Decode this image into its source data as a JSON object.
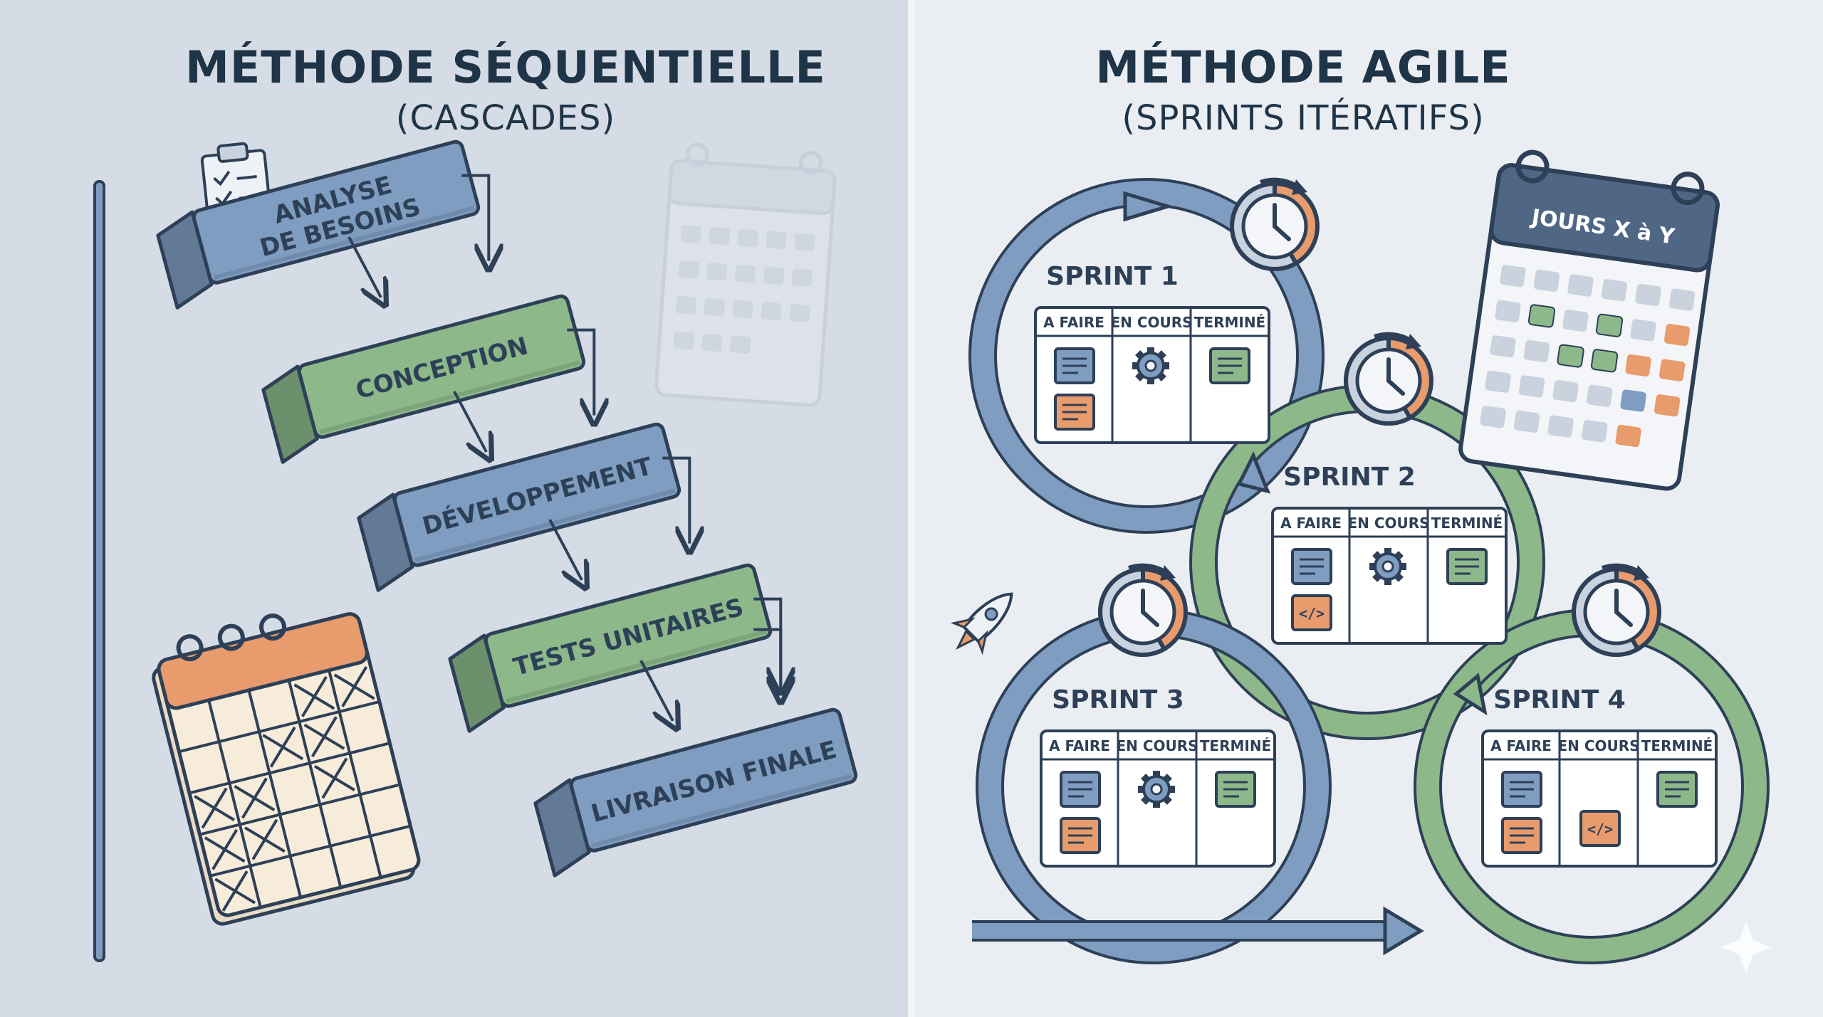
{
  "colors": {
    "navy": "#2e4057",
    "blue": "#7f9dc1",
    "green": "#8cb88a",
    "orange": "#e89b6d",
    "paper": "#f7ecd9"
  },
  "left": {
    "title_line1": "MÉTHODE SÉQUENTIELLE",
    "title_line2": "(CASCADES)",
    "steps": [
      {
        "label": "ANALYSE",
        "label2": "DE BESOINS",
        "color": "blue"
      },
      {
        "label": "CONCEPTION",
        "color": "green"
      },
      {
        "label": "DÉVELOPPEMENT",
        "color": "blue"
      },
      {
        "label": "TESTS UNITAIRES",
        "color": "green"
      },
      {
        "label": "LIVRAISON FINALE",
        "color": "blue"
      }
    ],
    "icons": [
      "clipboard-checklist-icon",
      "faded-calendar-icon",
      "crossed-out-calendar-icon"
    ]
  },
  "right": {
    "title_line1": "MÉTHODE AGILE",
    "title_line2": "(SPRINTS ITÉRATIFS)",
    "calendar_label": "JOURS X à Y",
    "columns": [
      "A FAIRE",
      "EN COURS",
      "TERMINÉ"
    ],
    "sprints": [
      {
        "name": "SPRINT 1",
        "todo_icons": [
          "note-icon",
          "note-icon"
        ],
        "doing_icon": "gear-icon",
        "done_icon": "note-icon"
      },
      {
        "name": "SPRINT 2",
        "todo_icons": [
          "note-icon",
          "code-icon"
        ],
        "doing_icon": "gear-icon",
        "done_icon": "note-icon"
      },
      {
        "name": "SPRINT 3",
        "todo_icons": [
          "note-icon",
          "note-icon"
        ],
        "doing_icon": "gear-icon",
        "done_icon": "note-icon"
      },
      {
        "name": "SPRINT 4",
        "todo_icons": [
          "note-icon",
          "note-icon"
        ],
        "doing_icon": "code-icon",
        "done_icon": "note-icon"
      }
    ],
    "icons": [
      "stopwatch-icon",
      "rocket-icon",
      "calendar-icon"
    ]
  }
}
